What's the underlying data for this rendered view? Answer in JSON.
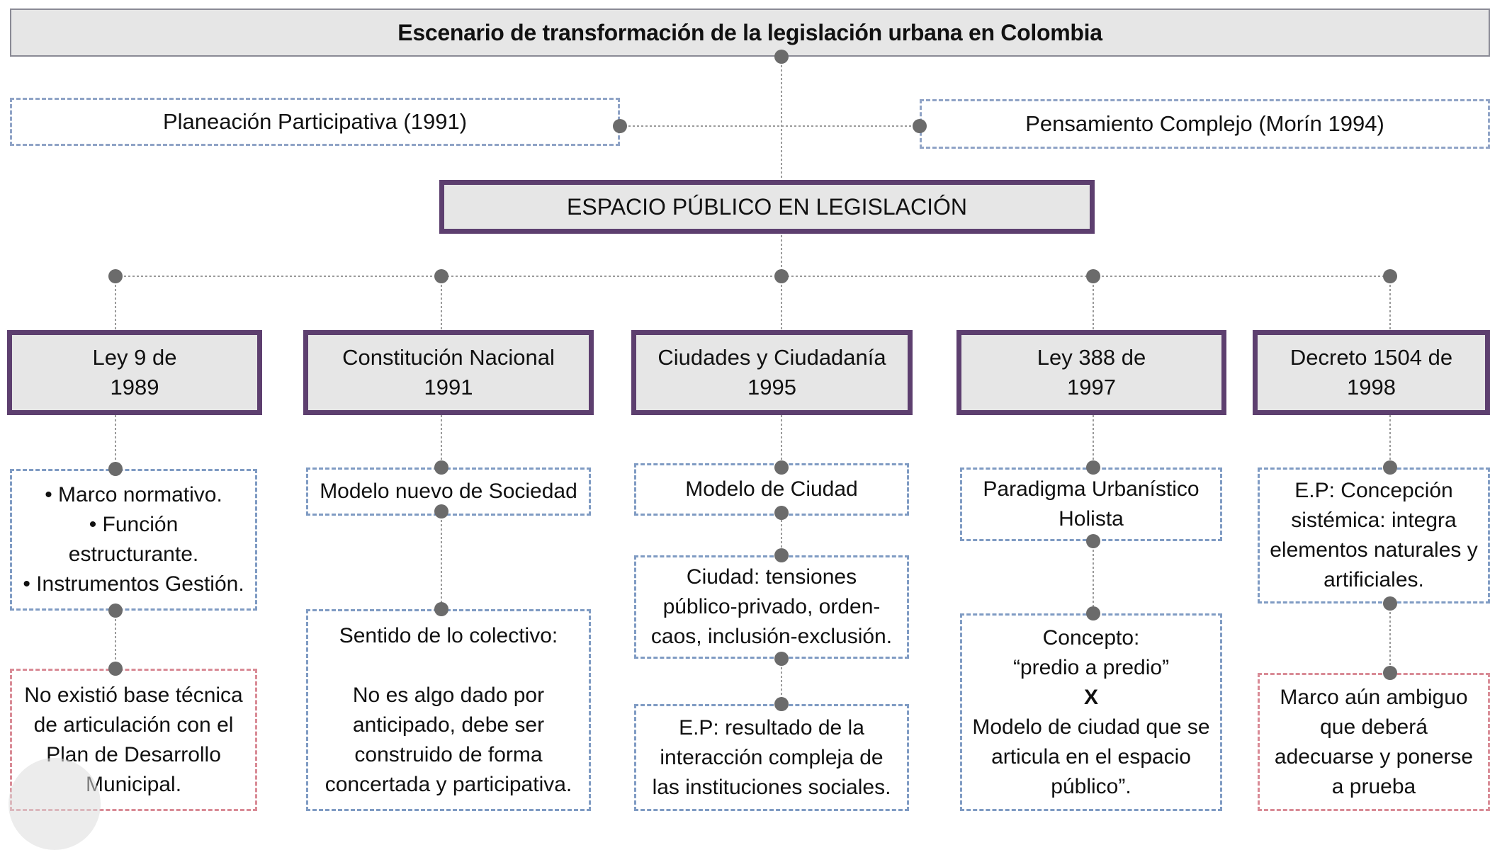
{
  "title": "Escenario de transformación de la legislación urbana en Colombia",
  "planeacion": "Planeación Participativa (1991)",
  "pensamiento": "Pensamiento Complejo (Morín 1994)",
  "central": "ESPACIO PÚBLICO  EN  LEGISLACIÓN",
  "columns": [
    {
      "law": [
        "Ley 9 de",
        "1989"
      ],
      "boxes": [
        [
          "• Marco normativo.",
          "• Función",
          "estructurante.",
          "• Instrumentos Gestión."
        ],
        [
          "No existió base técnica",
          "de articulación con el",
          "Plan de Desarrollo",
          "Municipal."
        ]
      ]
    },
    {
      "law": [
        "Constitución Nacional",
        "1991"
      ],
      "boxes": [
        [
          "Modelo nuevo de Sociedad"
        ],
        [
          "Sentido de lo colectivo:",
          "No es algo dado por",
          "anticipado, debe ser",
          "construido de forma",
          "concertada y participativa."
        ]
      ]
    },
    {
      "law": [
        "Ciudades y Ciudadanía",
        "1995"
      ],
      "boxes": [
        [
          "Modelo de Ciudad"
        ],
        [
          "Ciudad:   tensiones",
          "público-privado, orden-",
          "caos, inclusión-exclusión."
        ],
        [
          "E.P:   resultado de la",
          "interacción compleja de",
          "las instituciones sociales."
        ]
      ]
    },
    {
      "law": [
        "Ley 388 de",
        "1997"
      ],
      "boxes": [
        [
          "Paradigma Urbanístico",
          "Holista"
        ],
        [
          "Concepto:",
          "“predio a predio”",
          "X",
          "Modelo de ciudad que se",
          "articula  en el espacio",
          "público”."
        ]
      ]
    },
    {
      "law": [
        "Decreto 1504 de",
        "1998"
      ],
      "boxes": [
        [
          "E.P: Concepción",
          "sistémica: integra",
          "elementos naturales y",
          "artificiales."
        ],
        [
          "Marco aún ambiguo",
          "que deberá",
          "adecuarse y ponerse",
          "a prueba"
        ]
      ]
    }
  ]
}
